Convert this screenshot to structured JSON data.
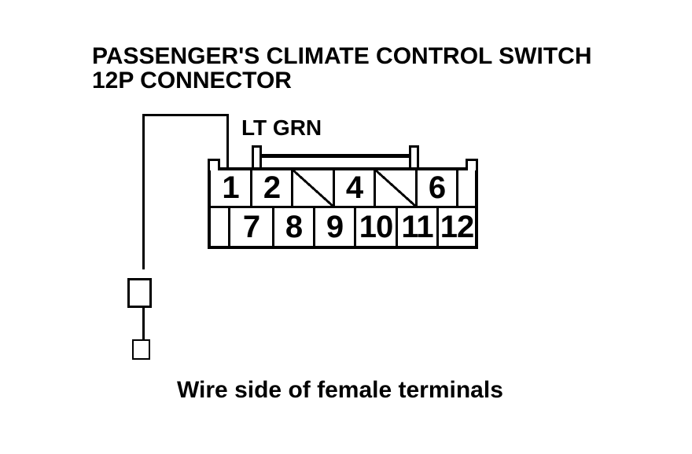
{
  "colors": {
    "ink": "#000000",
    "paper": "#ffffff"
  },
  "title": {
    "line1": "PASSENGER'S CLIMATE CONTROL SWITCH",
    "line2": "12P CONNECTOR"
  },
  "wire": {
    "label": "LT GRN"
  },
  "connector": {
    "top_row": [
      {
        "label": "1",
        "type": "pin"
      },
      {
        "label": "2",
        "type": "pin"
      },
      {
        "label": "",
        "type": "blocked"
      },
      {
        "label": "4",
        "type": "pin"
      },
      {
        "label": "",
        "type": "blocked"
      },
      {
        "label": "6",
        "type": "pin"
      },
      {
        "label": "",
        "type": "spacer"
      }
    ],
    "bottom_row": [
      {
        "label": "",
        "type": "spacer"
      },
      {
        "label": "7",
        "type": "pin"
      },
      {
        "label": "8",
        "type": "pin"
      },
      {
        "label": "9",
        "type": "pin"
      },
      {
        "label": "10",
        "type": "pin"
      },
      {
        "label": "11",
        "type": "pin"
      },
      {
        "label": "12",
        "type": "pin"
      }
    ]
  },
  "caption": "Wire side of female terminals"
}
